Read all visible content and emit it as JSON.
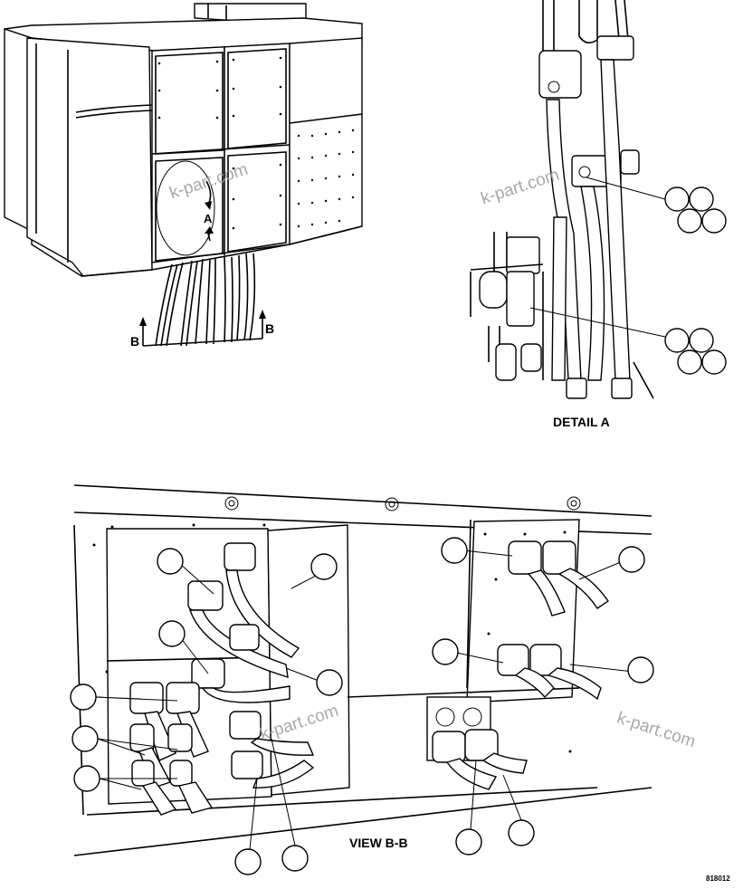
{
  "labels": {
    "section_a": "A",
    "section_b_left": "B",
    "section_b_right": "B",
    "detail_title": "DETAIL A",
    "view_title": "VIEW B-B",
    "figure_number": "818012"
  },
  "watermark": "k-part.com",
  "colors": {
    "line": "#000000",
    "background": "#ffffff",
    "watermark": "#9a9a9a"
  }
}
